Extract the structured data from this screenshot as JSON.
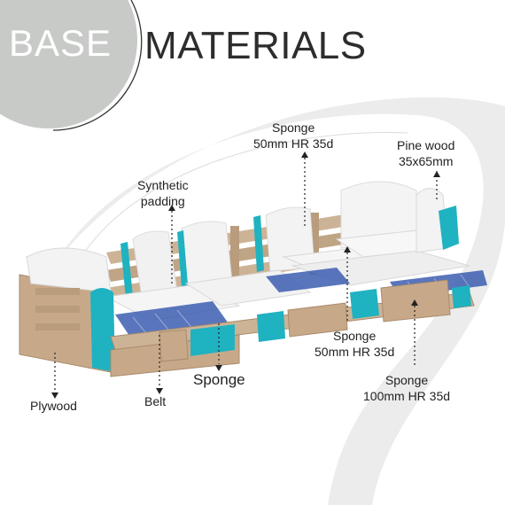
{
  "title": {
    "word1": "BASE",
    "word2": "MATERIALS"
  },
  "labels": {
    "sponge_top": {
      "line1": "Sponge",
      "line2": "50mm HR 35d"
    },
    "pine_wood": {
      "line1": "Pine wood",
      "line2": "35x65mm"
    },
    "synthetic": {
      "line1": "Synthetic",
      "line2": "padding"
    },
    "sponge_mid": {
      "line1": "Sponge",
      "line2": "50mm HR 35d"
    },
    "sponge_bottom": {
      "line1": "Sponge",
      "line2": "100mm HR 35d"
    },
    "sponge_front": "Sponge",
    "plywood": "Plywood",
    "belt": "Belt"
  },
  "colors": {
    "circle": "#c8cac8",
    "swirl": "#e6e6e6",
    "teal": "#1fb2c1",
    "wood": "#c7a98a",
    "foam": "#f3f3f3",
    "belt": "#2a3d8a"
  }
}
